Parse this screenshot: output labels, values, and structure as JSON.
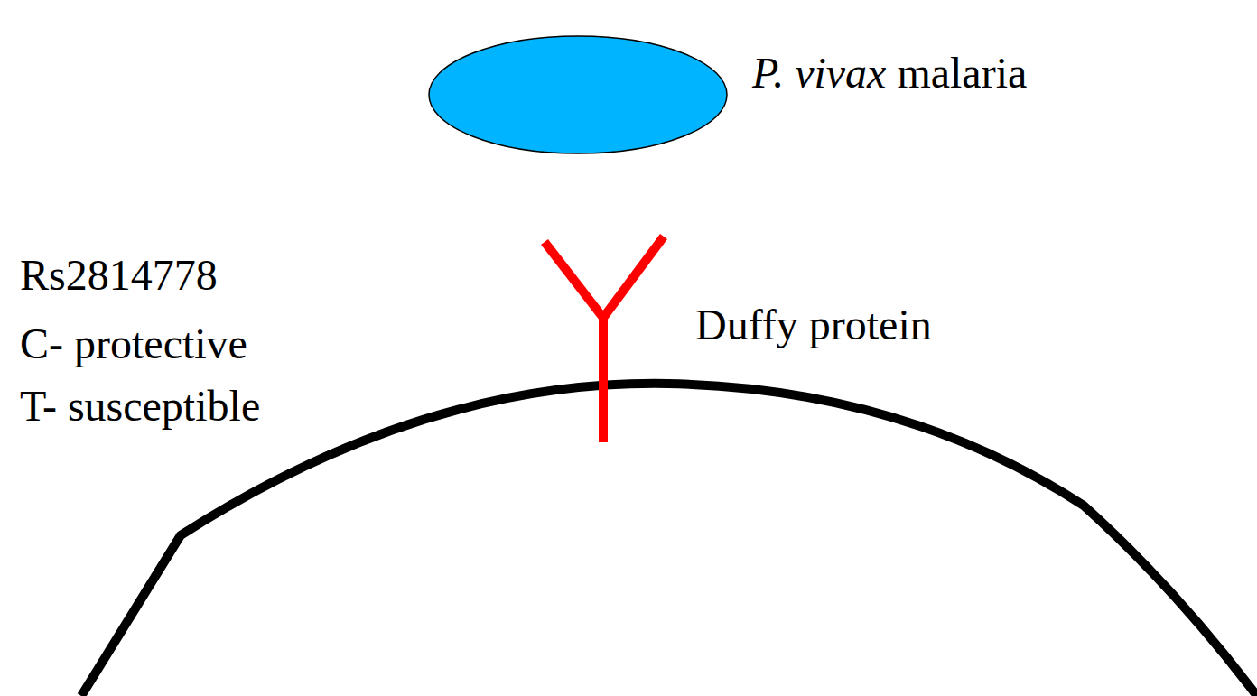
{
  "diagram": {
    "labels": [
      "P. vivax malaria",
      "Rs2814778",
      "C- protective",
      "T- susceptible",
      "Duffy protein"
    ]
  }
}
